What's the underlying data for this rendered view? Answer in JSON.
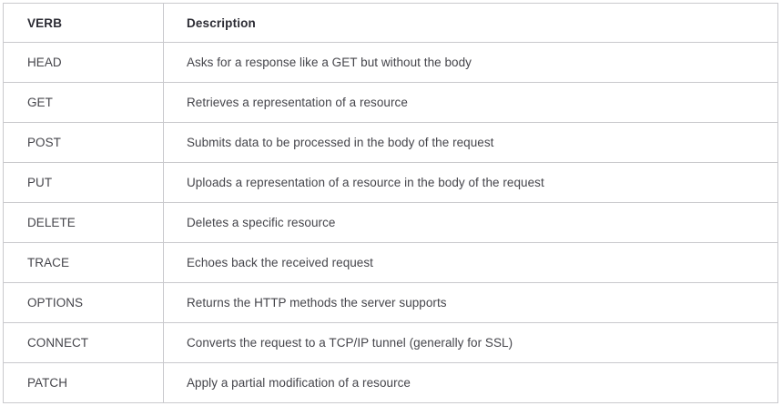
{
  "table": {
    "columns": [
      {
        "key": "verb",
        "label": "VERB"
      },
      {
        "key": "description",
        "label": "Description"
      }
    ],
    "rows": [
      {
        "verb": "HEAD",
        "description": "Asks for a response like a GET but without the body"
      },
      {
        "verb": "GET",
        "description": "Retrieves a representation of a resource"
      },
      {
        "verb": "POST",
        "description": "Submits data to be processed in the body of the request"
      },
      {
        "verb": "PUT",
        "description": "Uploads a representation of a resource in the body of the request"
      },
      {
        "verb": "DELETE",
        "description": "Deletes a specific resource"
      },
      {
        "verb": "TRACE",
        "description": "Echoes back the received request"
      },
      {
        "verb": "OPTIONS",
        "description": "Returns the HTTP methods the server supports"
      },
      {
        "verb": "CONNECT",
        "description": "Converts the request to a TCP/IP tunnel (generally for SSL)"
      },
      {
        "verb": "PATCH",
        "description": "Apply a partial modification of a resource"
      }
    ]
  },
  "colors": {
    "border": "#c9c9cd",
    "header_text": "#2c2c34",
    "body_text": "#45454b",
    "background": "#ffffff"
  }
}
